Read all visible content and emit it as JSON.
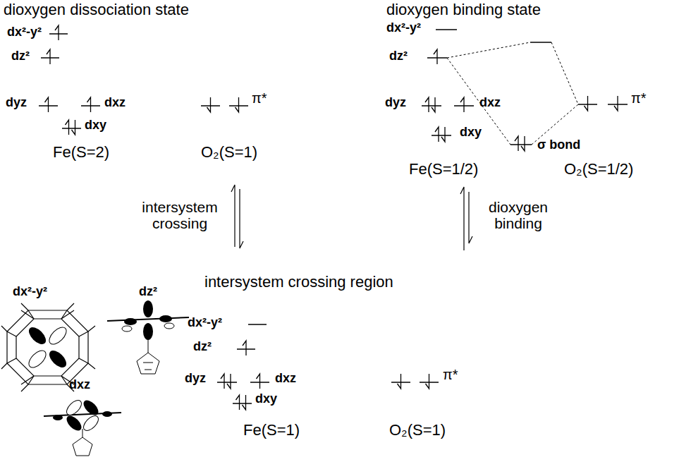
{
  "diagram": {
    "labels": [
      "dioxygen dissociation state",
      "dioxygen binding state",
      "dx²-y²",
      "dz²",
      "dyz",
      "dxz",
      "dxy",
      "π*",
      "Fe(S=2)",
      "O₂(S=1)",
      "dx²-y²",
      "dz²",
      "dyz",
      "dxz",
      "dxy",
      "σ bond",
      "π*",
      "Fe(S=1/2)",
      "O₂(S=1/2)",
      "intersystem crossing",
      "dioxygen binding",
      "intersystem crossing region",
      "dx²-y²",
      "dz²",
      "dxz",
      "dx²-y²",
      "dz²",
      "dyz",
      "dxz",
      "dxy",
      "π*",
      "Fe(S=1)",
      "O₂(S=1)"
    ]
  }
}
